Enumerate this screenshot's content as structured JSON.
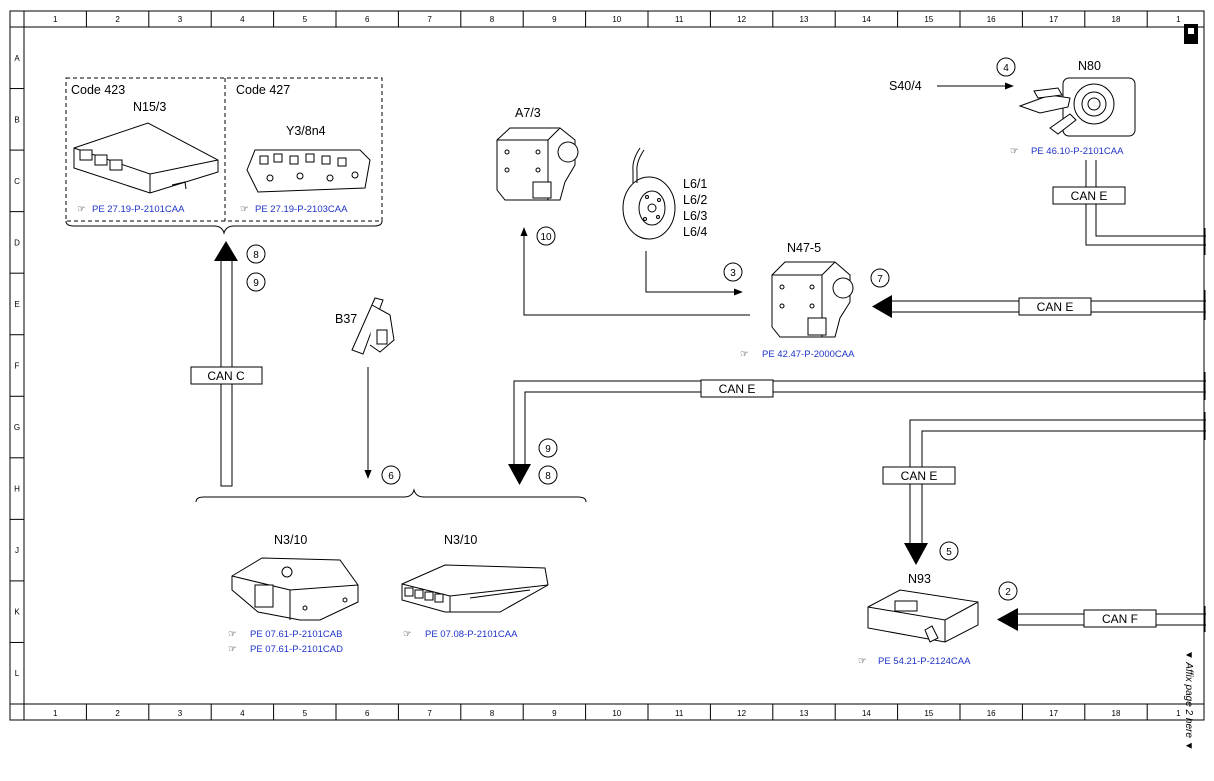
{
  "grid": {
    "columns": [
      "1",
      "2",
      "3",
      "4",
      "5",
      "6",
      "7",
      "8",
      "9",
      "10",
      "11",
      "12",
      "13",
      "14",
      "15",
      "16",
      "17",
      "18",
      "1"
    ],
    "rows": [
      "A",
      "B",
      "C",
      "D",
      "E",
      "F",
      "G",
      "H",
      "J",
      "K",
      "L"
    ]
  },
  "groups": {
    "code423": "Code 423",
    "code427": "Code 427"
  },
  "components": {
    "n15_3": "N15/3",
    "y3_8n4": "Y3/8n4",
    "a7_3": "A7/3",
    "l6_1": "L6/1",
    "l6_2": "L6/2",
    "l6_3": "L6/3",
    "l6_4": "L6/4",
    "n47_5": "N47-5",
    "b37": "B37",
    "s40_4": "S40/4",
    "n80": "N80",
    "n3_10_a": "N3/10",
    "n3_10_b": "N3/10",
    "n93": "N93"
  },
  "references": {
    "n15_3": "PE 27.19-P-2101CAA",
    "y3_8n4": "PE 27.19-P-2103CAA",
    "n80": "PE 46.10-P-2101CAA",
    "n47_5": "PE 42.47-P-2000CAA",
    "n3_10_a1": "PE 07.61-P-2101CAB",
    "n3_10_a2": "PE 07.61-P-2101CAD",
    "n3_10_b": "PE 07.08-P-2101CAA",
    "n93": "PE 54.21-P-2124CAA"
  },
  "buses": {
    "can_c": "CAN C",
    "can_e_n80": "CAN E",
    "can_e_n47": "CAN E",
    "can_e_mid": "CAN E",
    "can_e_n93": "CAN E",
    "can_f": "CAN F"
  },
  "signals": {
    "s8_top": "8",
    "s9_top": "9",
    "s10": "10",
    "s3": "3",
    "s7": "7",
    "s4": "4",
    "s6": "6",
    "s9_mid": "9",
    "s8_mid": "8",
    "s5": "5",
    "s2": "2"
  },
  "margin_note": "▼ Affix page 2 here ▼"
}
